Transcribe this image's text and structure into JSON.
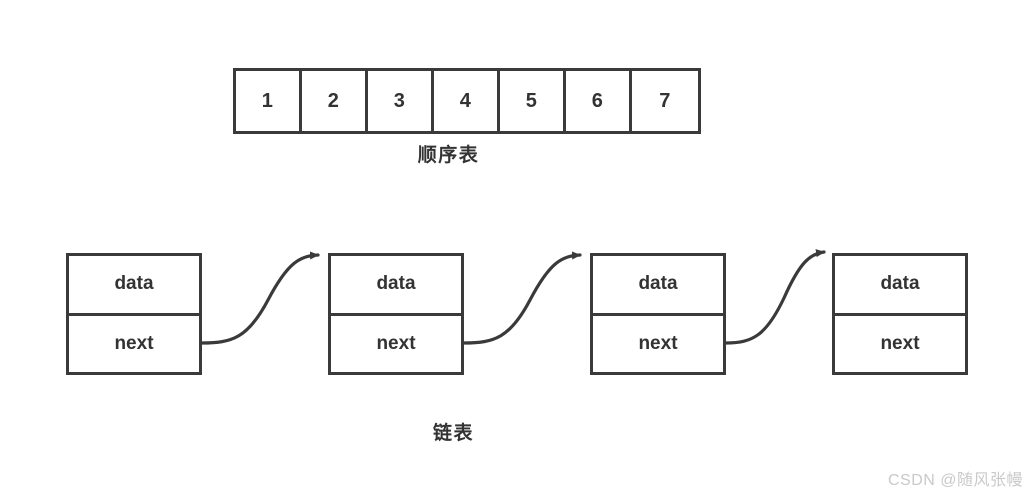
{
  "diagram": {
    "background_color": "#ffffff",
    "stroke_color": "#3a3a3a",
    "text_color": "#333333",
    "sequential_list": {
      "caption": "顺序表",
      "cells": [
        "1",
        "2",
        "3",
        "4",
        "5",
        "6",
        "7"
      ]
    },
    "linked_list": {
      "caption": "链表",
      "nodes": [
        {
          "data_label": "data",
          "next_label": "next"
        },
        {
          "data_label": "data",
          "next_label": "next"
        },
        {
          "data_label": "data",
          "next_label": "next"
        },
        {
          "data_label": "data",
          "next_label": "next"
        }
      ],
      "arrows": [
        {
          "from_node": 1,
          "to_node": 2
        },
        {
          "from_node": 2,
          "to_node": 3
        },
        {
          "from_node": 3,
          "to_node": 4
        }
      ]
    }
  },
  "watermark": {
    "text": "CSDN @随风张幔",
    "color": "#c9c9c9"
  }
}
